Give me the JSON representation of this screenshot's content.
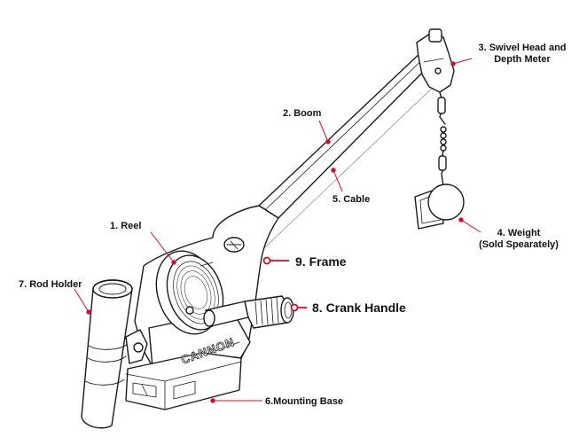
{
  "labels": {
    "reel": "1. Reel",
    "boom": "2. Boom",
    "swivel_head": "3. Swivel Head and",
    "swivel_head_2": "Depth Meter",
    "weight": "4. Weight",
    "weight_note": "(Sold Spearately)",
    "cable": "5. Cable",
    "mounting_base": "6.Mounting Base",
    "rod_holder": "7. Rod Holder",
    "crank_handle": "8. Crank Handle",
    "frame": "9. Frame"
  },
  "logo_text": "CANNON",
  "colors": {
    "leader": "#c8102e",
    "outline": "#1a1a1a",
    "fill": "#ffffff",
    "shade": "#dcdcdc"
  }
}
